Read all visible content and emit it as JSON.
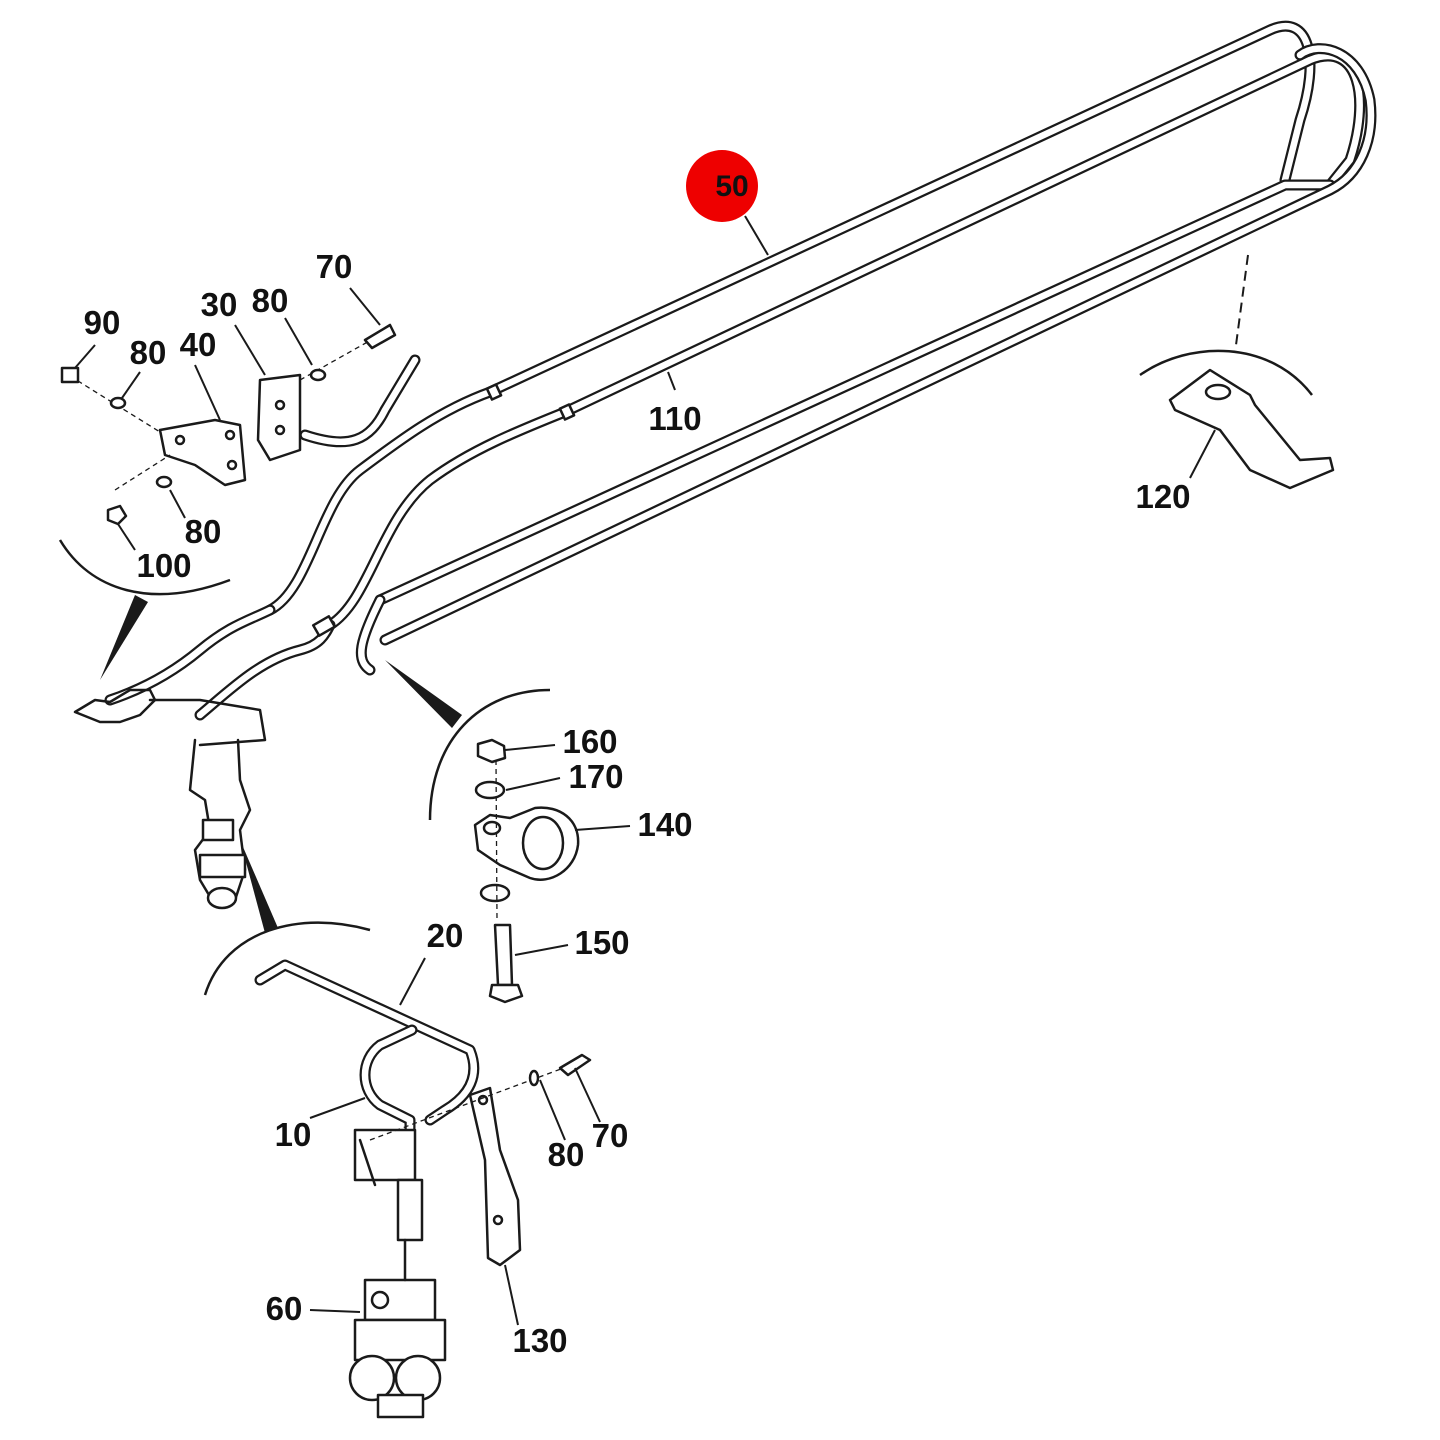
{
  "diagram": {
    "type": "exploded-parts-diagram",
    "highlight_color": "#ee0000",
    "line_color": "#1a1a1a",
    "highlighted_callout": "50",
    "callouts": [
      {
        "id": "c50",
        "label": "50"
      },
      {
        "id": "c110",
        "label": "110"
      },
      {
        "id": "c120",
        "label": "120"
      },
      {
        "id": "c70a",
        "label": "70"
      },
      {
        "id": "c30",
        "label": "30"
      },
      {
        "id": "c80a",
        "label": "80"
      },
      {
        "id": "c90",
        "label": "90"
      },
      {
        "id": "c80b",
        "label": "80"
      },
      {
        "id": "c40",
        "label": "40"
      },
      {
        "id": "c80c",
        "label": "80"
      },
      {
        "id": "c100",
        "label": "100"
      },
      {
        "id": "c160",
        "label": "160"
      },
      {
        "id": "c170",
        "label": "170"
      },
      {
        "id": "c140",
        "label": "140"
      },
      {
        "id": "c150",
        "label": "150"
      },
      {
        "id": "c20",
        "label": "20"
      },
      {
        "id": "c10",
        "label": "10"
      },
      {
        "id": "c80d",
        "label": "80"
      },
      {
        "id": "c70b",
        "label": "70"
      },
      {
        "id": "c60",
        "label": "60"
      },
      {
        "id": "c130",
        "label": "130"
      }
    ]
  }
}
